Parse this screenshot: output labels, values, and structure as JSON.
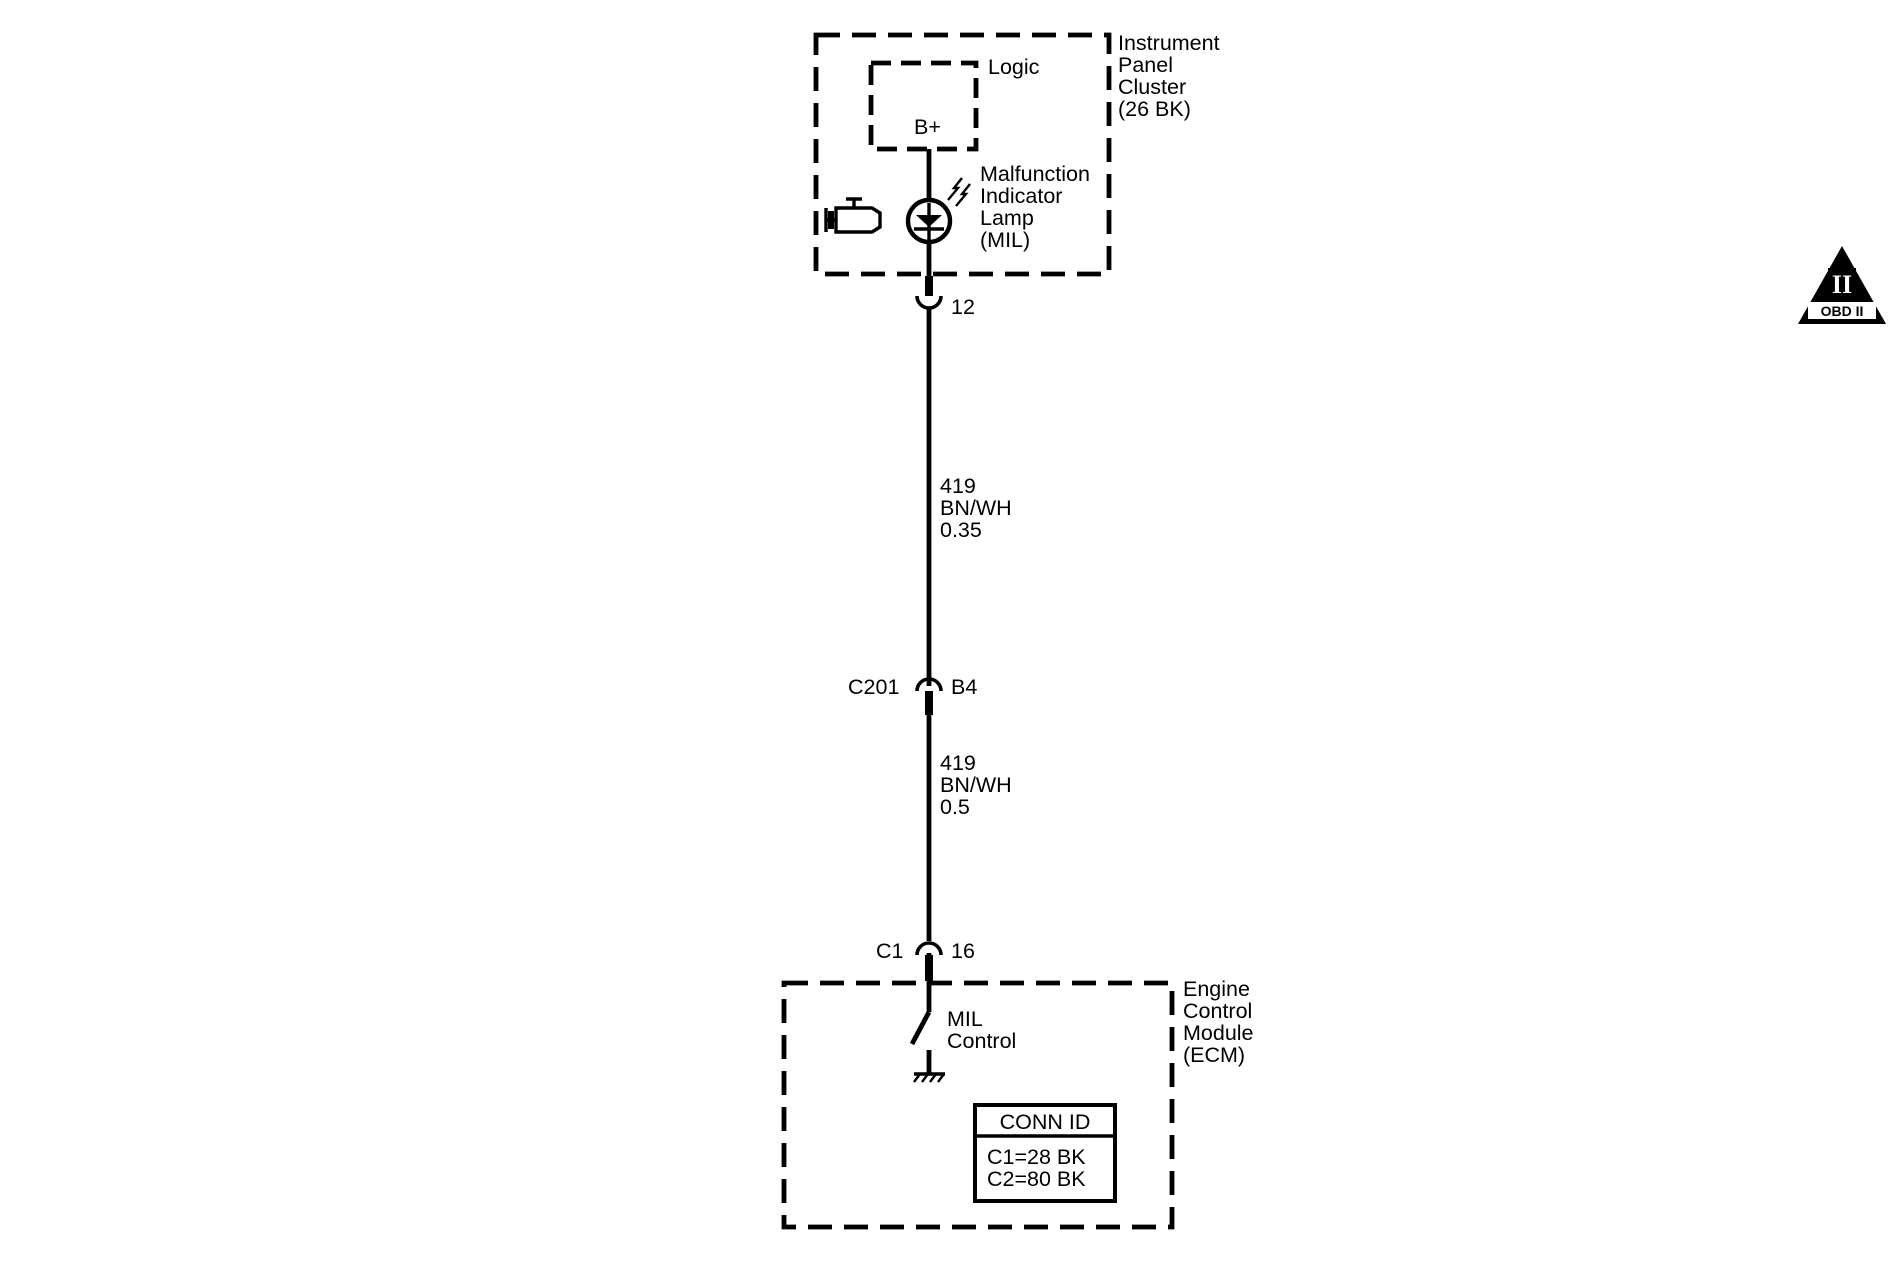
{
  "ipc": {
    "name_lines": [
      "Instrument",
      "Panel",
      "Cluster",
      "(26 BK)"
    ],
    "logic_label": "Logic",
    "bplus_label": "B+",
    "lamp_lines": [
      "Malfunction",
      "Indicator",
      "Lamp",
      "(MIL)"
    ],
    "lamp_icon": "check-engine-icon",
    "pin": "12"
  },
  "wire_upper": {
    "lines": [
      "419",
      "BN/WH",
      "0.35"
    ]
  },
  "c201": {
    "connector": "C201",
    "pin": "B4"
  },
  "wire_lower": {
    "lines": [
      "419",
      "BN/WH",
      "0.5"
    ]
  },
  "ecm_connector": {
    "connector": "C1",
    "pin": "16"
  },
  "ecm": {
    "name_lines": [
      "Engine",
      "Control",
      "Module",
      "(ECM)"
    ],
    "switch_lines": [
      "MIL",
      "Control"
    ],
    "conn_id": {
      "title": "CONN ID",
      "rows": [
        "C1=28 BK",
        "C2=80 BK"
      ]
    }
  },
  "badge": {
    "roman": "II",
    "label": "OBD II"
  }
}
